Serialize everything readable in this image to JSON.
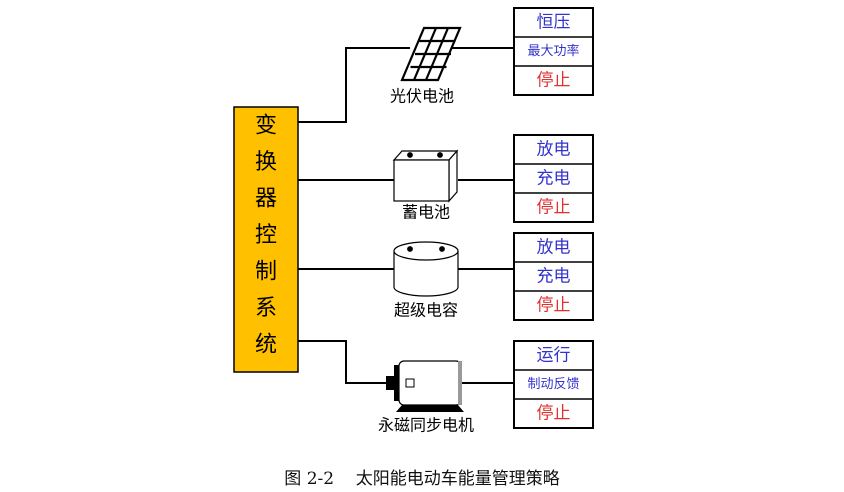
{
  "controller": {
    "label_chars": [
      "变",
      "换",
      "器",
      "控",
      "制",
      "系",
      "统"
    ],
    "fill": "#FFC000"
  },
  "components": [
    {
      "id": "pv",
      "label": "光伏电池",
      "modes": [
        "恒压",
        "最大功率",
        "停止"
      ]
    },
    {
      "id": "battery",
      "label": "蓄电池",
      "modes": [
        "放电",
        "充电",
        "停止"
      ]
    },
    {
      "id": "supercap",
      "label": "超级电容",
      "modes": [
        "放电",
        "充电",
        "停止"
      ]
    },
    {
      "id": "motor",
      "label": "永磁同步电机",
      "modes": [
        "运行",
        "制动反馈",
        "停止"
      ]
    }
  ],
  "caption": {
    "fig_no": "图 2-2",
    "title": "太阳能电动车能量管理策略"
  },
  "colors": {
    "mode_text": "#3333CC",
    "stop_text": "#E03030",
    "line": "#000000"
  }
}
